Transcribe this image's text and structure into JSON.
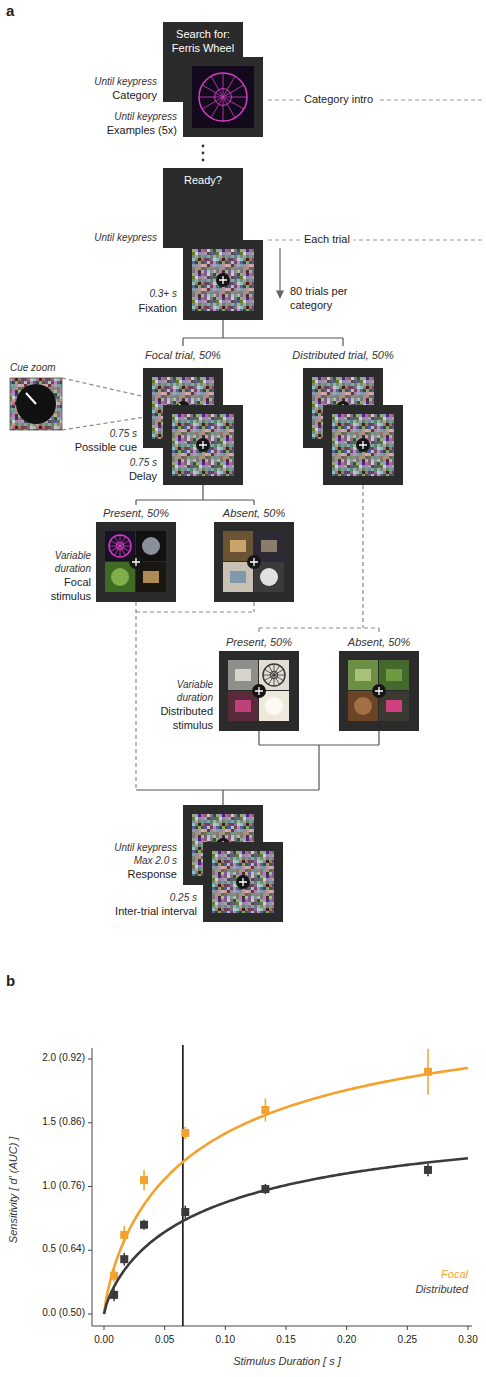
{
  "diagram": {
    "nodes": [
      {
        "text": [
          "Search for:",
          "Ferris Wheel"
        ]
      },
      {
        "text": [
          "Ready?"
        ]
      }
    ],
    "labels": [
      "a",
      "Category intro",
      "Until keypress",
      "Category",
      "Until keypress",
      "Examples (5x)",
      "Until keypress",
      "Each trial",
      "80 trials per category",
      "0.3+ s",
      "Fixation",
      "Cue zoom",
      "Focal trial, 50%",
      "Distributed trial, 50%",
      "0.75 s",
      "Possible cue",
      "0.75 s",
      "Delay",
      "Present, 50%",
      "Absent, 50%",
      "Variable duration",
      "Focal stimulus",
      "Present, 50%",
      "Absent, 50%",
      "Variable duration",
      "Distributed stimulus",
      "Until keypress",
      "Max 2.0 s",
      "Response",
      "0.25 s",
      "Inter-trial interval",
      "b",
      "2.0 (0.92)",
      "1.5 (0.86)",
      "1.0 (0.76)",
      "0.5 (0.64)",
      "0.0 (0.50)",
      "Sensitivity [ d′ (AUC) ]",
      "0.00",
      "0.05",
      "0.10",
      "0.15",
      "0.20",
      "0.25",
      "0.30",
      "Stimulus Duration [ s ]"
    ],
    "legend": [
      {
        "text": "Focal",
        "color": "#f5a12e"
      },
      {
        "text": "Distributed",
        "color": "#3b3b3b"
      }
    ]
  }
}
